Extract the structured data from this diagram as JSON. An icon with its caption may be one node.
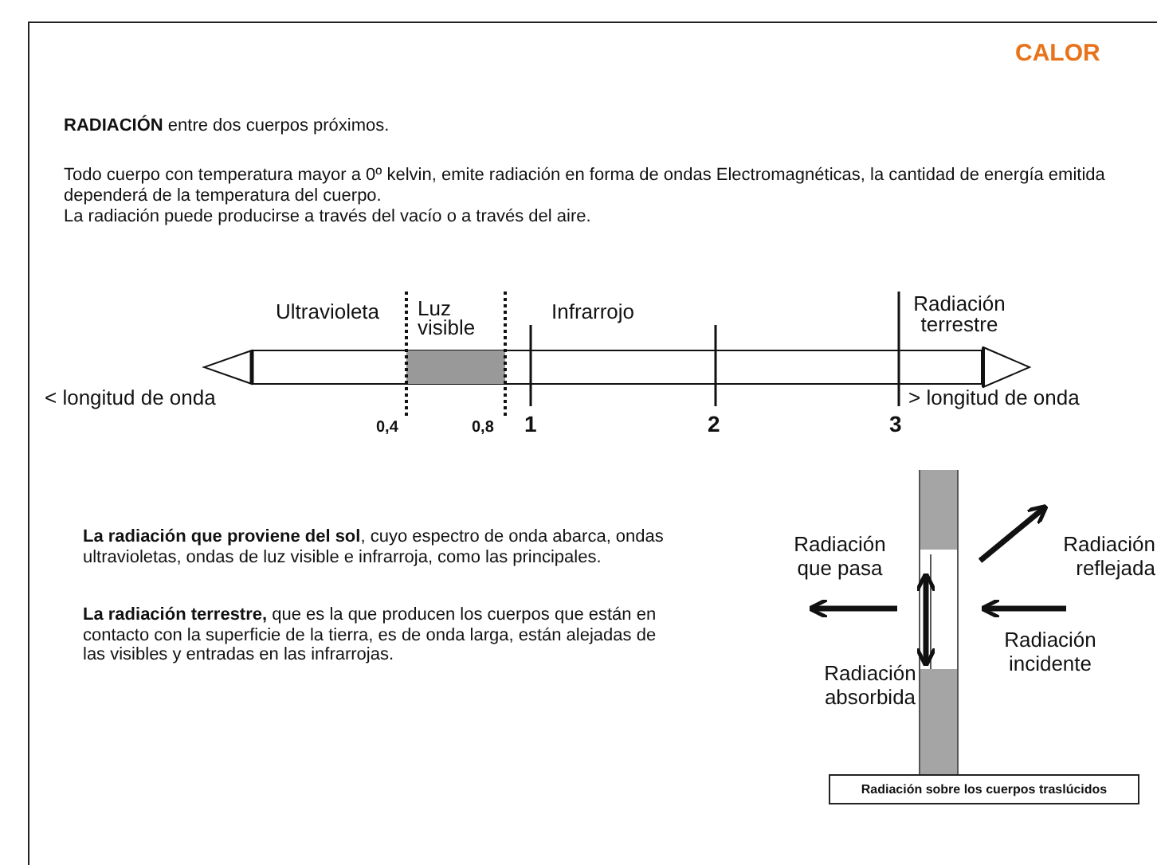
{
  "diagram": {
    "title": "CALOR",
    "caption": "Radiación sobre los cuerpos traslúcidos",
    "labels": [
      "**RADIACIÓN** entre dos cuerpos próximos.",
      "Todo cuerpo con temperatura mayor a 0º kelvin, emite radiación en forma de ondas Electromagnéticas, la cantidad de energía emitida dependerá de la temperatura del cuerpo.",
      "La radiación puede producirse a través del vacío o a través del aire.",
      "Ultravioleta",
      "Luz visible",
      "Infrarrojo",
      "Radiación terrestre",
      "< longitud de onda",
      "> longitud de onda",
      "0,4",
      "0,8",
      "1",
      "2",
      "3",
      "**La radiación que proviene del sol**, cuyo espectro de onda abarca, ondas ultravioletas, ondas de luz visible e infrarroja, como las principales.",
      "**La radiación terrestre,** que es la que producen los cuerpos que están en contacto con la superficie de la tierra, es de onda larga, están alejadas de las visibles y entradas en las infrarrojas.",
      "Radiación que pasa",
      "Radiación reflejada",
      "Radiación incidente",
      "Radiación absorbida"
    ]
  }
}
